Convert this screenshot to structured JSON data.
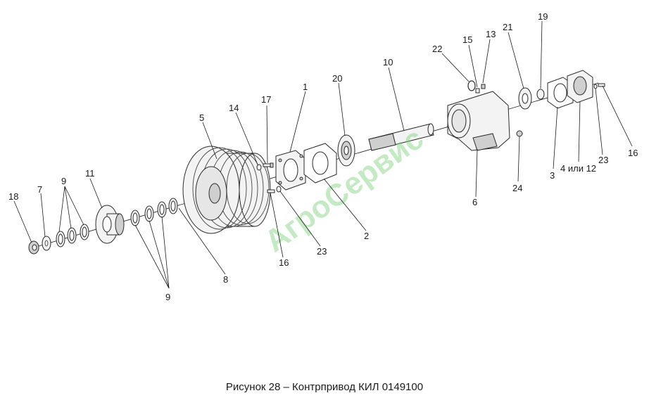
{
  "figure": {
    "caption": "Рисунок 28 – Контрпривод КИЛ 0149100",
    "watermark": "АгроСервис"
  },
  "callouts": {
    "c1": "1",
    "c2": "2",
    "c3": "3",
    "c4": "4 или 12",
    "c5": "5",
    "c6": "6",
    "c7": "7",
    "c8": "8",
    "c9a": "9",
    "c9b": "9",
    "c10": "10",
    "c11": "11",
    "c13": "13",
    "c14": "14",
    "c15": "15",
    "c16a": "16",
    "c16b": "16",
    "c17": "17",
    "c18": "18",
    "c19": "19",
    "c20": "20",
    "c21": "21",
    "c22": "22",
    "c23a": "23",
    "c23b": "23",
    "c24": "24"
  }
}
